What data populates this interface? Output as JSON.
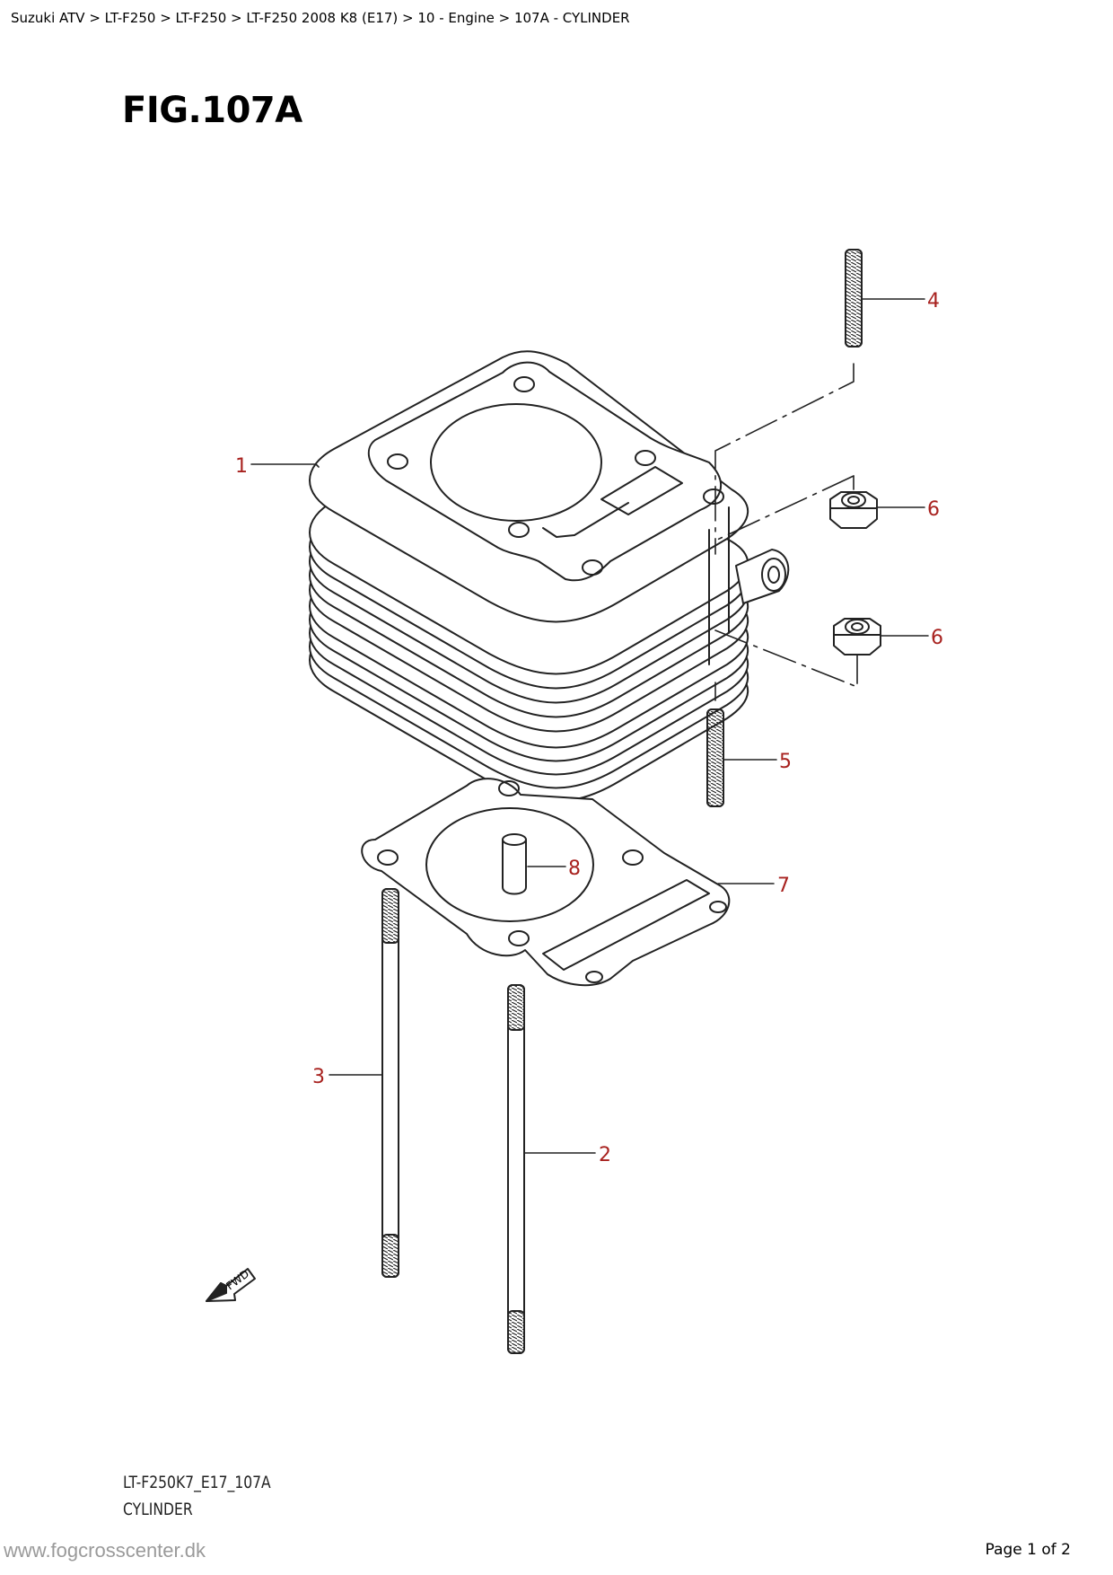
{
  "breadcrumb": [
    "Suzuki ATV",
    "LT-F250",
    "LT-F250",
    "LT-F250 2008 K8 (E17)",
    "10 - Engine",
    "107A - CYLINDER"
  ],
  "breadcrumb_separator": " > ",
  "figure": {
    "title": "FIG.107A",
    "caption_code": "LT-F250K7_E17_107A",
    "caption_name": "CYLINDER",
    "fwd_label": "FWD"
  },
  "callouts": [
    "1",
    "2",
    "3",
    "4",
    "5",
    "6",
    "6",
    "7",
    "8"
  ],
  "colors": {
    "callout": "#a8221f",
    "line": "#222222"
  },
  "footer": {
    "site": "www.fogcrosscenter.dk",
    "page": "Page 1 of 2"
  }
}
